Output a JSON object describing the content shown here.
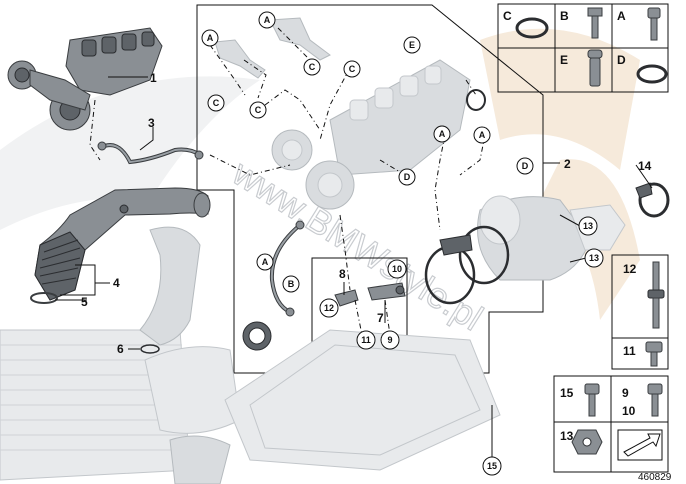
{
  "diagram": {
    "document_number": "460829",
    "watermark": "www.BMWstyle.pl",
    "parts": {
      "p1": "1",
      "p2": "2",
      "p3": "3",
      "p4": "4",
      "p5": "5",
      "p6": "6",
      "p7": "7",
      "p8": "8",
      "p9": "9",
      "p10": "10",
      "p11": "11",
      "p12": "12",
      "p13": "13",
      "p14": "14",
      "p15": "15"
    },
    "callouts": {
      "a": "A",
      "b": "B",
      "c": "C",
      "d": "D",
      "e": "E",
      "n10": "10",
      "n11": "11",
      "n12": "12",
      "n13": "13",
      "n9": "9",
      "n15": "15"
    },
    "legend": {
      "c": "C",
      "b": "B",
      "a": "A",
      "e": "E",
      "d": "D",
      "l12": "12",
      "l11": "11",
      "l15": "15",
      "l9": "9",
      "l10": "10",
      "l13": "13"
    }
  }
}
